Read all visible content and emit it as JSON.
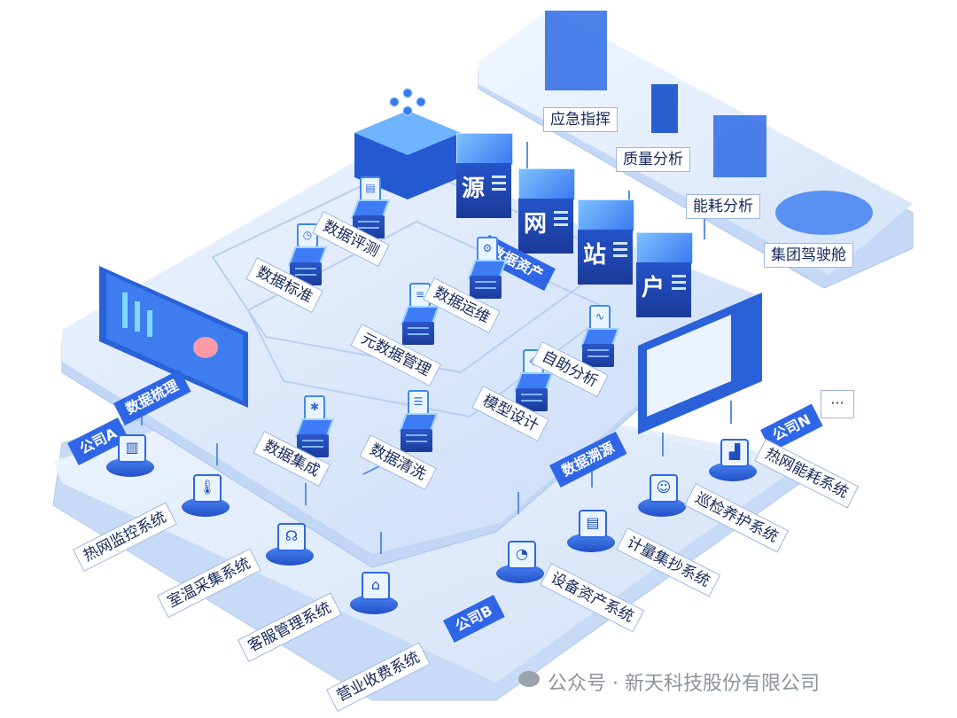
{
  "layers": {
    "top": [
      "应急指挥",
      "质量分析",
      "能耗分析",
      "集团驾驶舱"
    ],
    "assets": {
      "tag": "数据资产",
      "cubes": [
        "源",
        "网",
        "站",
        "户"
      ]
    },
    "middle": {
      "governance_tag": "数据梳理",
      "trace_tag": "数据溯源",
      "nodes": [
        "数据评测",
        "数据标准",
        "数据运维",
        "元数据管理",
        "自助分析",
        "模型设计",
        "数据集成",
        "数据清洗"
      ]
    },
    "bottom": {
      "companies": [
        "公司A",
        "公司B",
        "公司N"
      ],
      "more": "···",
      "systems_left": [
        "热网监控系统",
        "室温采集系统",
        "客服管理系统",
        "营业收费系统"
      ],
      "systems_right": [
        "设备资产系统",
        "计量集抄系统",
        "巡检养护系统",
        "热网能耗系统"
      ]
    }
  },
  "watermark": "公众号 · 新天科技股份有限公司",
  "colors": {
    "accent": "#2f66e8",
    "platform": "#dbe8fb",
    "label_border": "#9db6e0",
    "text": "#16285a"
  }
}
